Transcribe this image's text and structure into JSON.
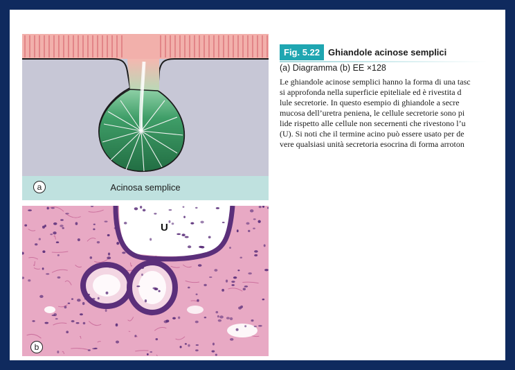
{
  "figure": {
    "number": "Fig. 5.22",
    "title": "Ghiandole acinose semplici",
    "subtitle": "(a) Diagramma (b) EE ×128",
    "panel_a_label": "a",
    "panel_a_caption": "Acinosa semplice",
    "panel_b_label": "b",
    "micrograph_marker": "U",
    "body_lines": [
      "Le ghiandole acinose semplici hanno la forma di una tasc",
      "si approfonda nella superficie epiteliale ed è rivestita d",
      "lule secretorie. In questo esempio di ghiandole a secre",
      "mucosa dell’uretra peniena, le cellule secretorie sono pi",
      "lide rispetto alle cellule non secernenti che rivestono l’u",
      "(U). Si noti che il termine acino può essere usato per de",
      "vere qualsiasi unità secretoria esocrina di forma arroton"
    ]
  },
  "colors": {
    "frame": "#0f2a5e",
    "fig_badge": "#1fa6b1",
    "diagram_bg": "#c7c7d6",
    "epithelium": "#f4a4a4",
    "acinus": "#2e8a55",
    "caption_band": "#bfe1df",
    "stain_pink": "#e8a9c4",
    "stain_nuclei": "#5b2f7a"
  }
}
